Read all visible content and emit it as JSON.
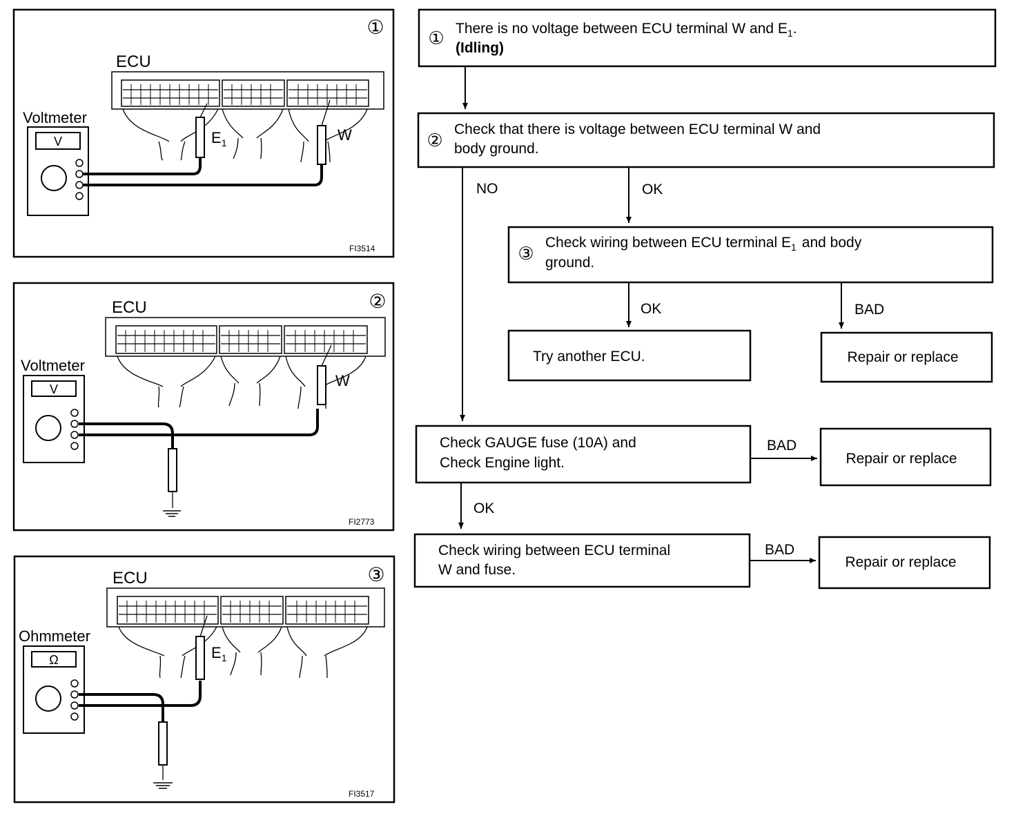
{
  "panels": [
    {
      "number": "①",
      "unit": "ECU",
      "meter": "Voltmeter",
      "meter_symbol": "V",
      "terminals": [
        "E",
        "W"
      ],
      "figure_code": "FI3514"
    },
    {
      "number": "②",
      "unit": "ECU",
      "meter": "Voltmeter",
      "meter_symbol": "V",
      "terminals": [
        "W"
      ],
      "figure_code": "FI2773"
    },
    {
      "number": "③",
      "unit": "ECU",
      "meter": "Ohmmeter",
      "meter_symbol": "Ω",
      "terminals": [
        "E"
      ],
      "figure_code": "FI3517"
    }
  ],
  "subscript_one": "1",
  "flow": {
    "step1": {
      "num": "①",
      "line1_a": "There is no voltage between ECU terminal W and E",
      "line1_b": ".",
      "line2": "(Idling)"
    },
    "step2": {
      "num": "②",
      "line1": "Check that there is voltage between ECU terminal W and",
      "line2": "body ground."
    },
    "step2_no": "NO",
    "step2_ok": "OK",
    "step3": {
      "num": "③",
      "line1_a": "Check wiring between ECU terminal E",
      "line1_b": "and body",
      "line2": "ground."
    },
    "step3_ok": "OK",
    "step3_bad": "BAD",
    "try_ecu": "Try another ECU.",
    "repair1": "Repair or replace",
    "fuse": {
      "line1": "Check GAUGE fuse (10A) and",
      "line2": "Check Engine light."
    },
    "fuse_bad": "BAD",
    "repair2": "Repair or replace",
    "fuse_ok": "OK",
    "wiring": {
      "line1": "Check wiring between ECU terminal",
      "line2": "W and fuse."
    },
    "wiring_bad": "BAD",
    "repair3": "Repair or replace"
  }
}
